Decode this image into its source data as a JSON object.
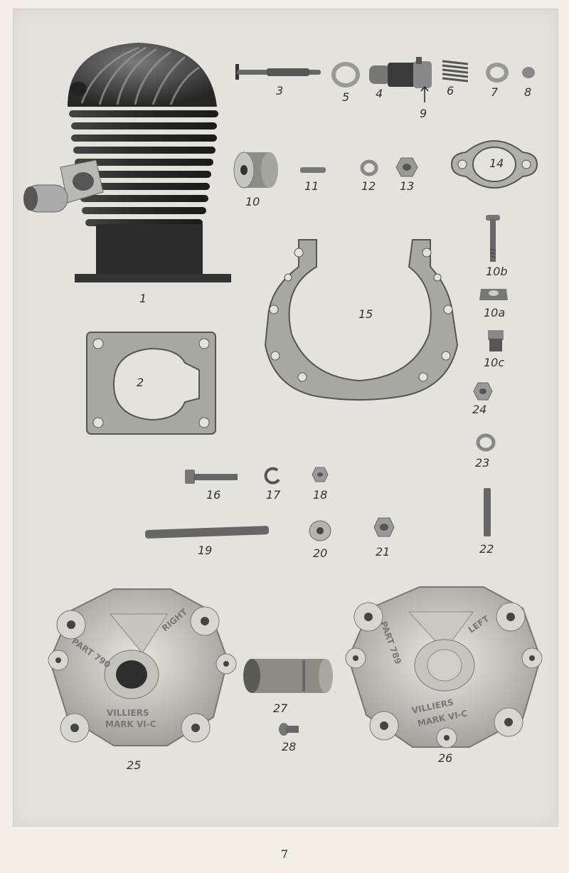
{
  "labels": {
    "p1": "1",
    "p2": "2",
    "p3": "3",
    "p4": "4",
    "p5": "5",
    "p6": "6",
    "p7": "7",
    "p8": "8",
    "p9": "9",
    "p10": "10",
    "p10a": "10a",
    "p10b": "10b",
    "p10c": "10c",
    "p11": "11",
    "p12": "12",
    "p13": "13",
    "p14": "14",
    "p15": "15",
    "p16": "16",
    "p17": "17",
    "p18": "18",
    "p19": "19",
    "p20": "20",
    "p21": "21",
    "p22": "22",
    "p23": "23",
    "p24": "24",
    "p25": "25",
    "p26": "26",
    "p27": "27",
    "p28": "28"
  },
  "embossing": {
    "right_cover_part": "PART 790",
    "right_cover_side": "RIGHT",
    "right_cover_maker": "VILLIERS",
    "right_cover_model": "MARK VI-C",
    "left_cover_part": "PART 789",
    "left_cover_side": "LEFT",
    "left_cover_maker": "VILLIERS",
    "left_cover_model": "MARK VI-C"
  },
  "page_number": "7"
}
